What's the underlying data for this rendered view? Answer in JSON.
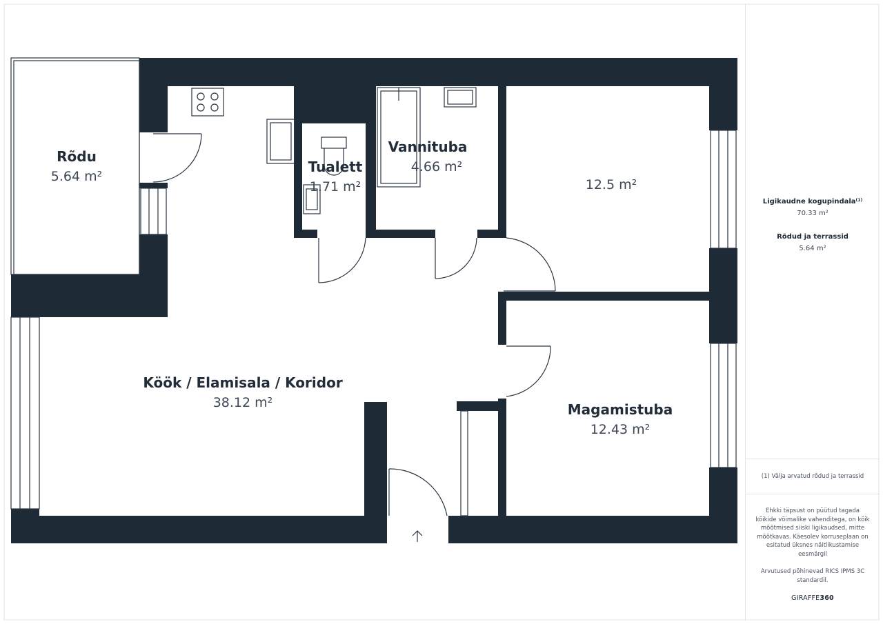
{
  "rooms": {
    "rodu": {
      "name": "Rõdu",
      "area": "5.64 m²"
    },
    "tualett": {
      "name": "Tualett",
      "area": "1.71 m²"
    },
    "vannituba": {
      "name": "Vannituba",
      "area": "4.66 m²"
    },
    "room4": {
      "name": "",
      "area": "12.5 m²"
    },
    "kook": {
      "name": "Köök / Elamisala / Koridor",
      "area": "38.12 m²"
    },
    "magamistuba": {
      "name": "Magamistuba",
      "area": "12.43 m²"
    }
  },
  "summary": {
    "total_label": "Ligikaudne kogupindala",
    "total_footnote_mark": "(1)",
    "total_value": "70.33 m²",
    "balcony_label": "Rõdud ja terrassid",
    "balcony_value": "5.64 m²"
  },
  "footnote": "(1) Välja arvatud rõdud ja terrassid",
  "disclaimer": "Ehkki täpsust on püütud tagada kõikide võimalike vahenditega, on kõik mõõtmised siiski ligikaudsed, mitte mõõtkavas. Käesolev korruseplaan on esitatud üksnes näitlikustamise eesmärgil",
  "standard_note": "Arvutused põhinevad RICS IPMS 3C standardil.",
  "brand": {
    "prefix": "GIRAFFE",
    "suffix": "360"
  },
  "colors": {
    "wall": "#1f2a37",
    "text": "#232d3a",
    "line": "#2a3441"
  },
  "icons": [
    "stove-icon",
    "sink-icon",
    "toilet-icon",
    "bathtub-icon",
    "entrance-arrow-icon"
  ]
}
